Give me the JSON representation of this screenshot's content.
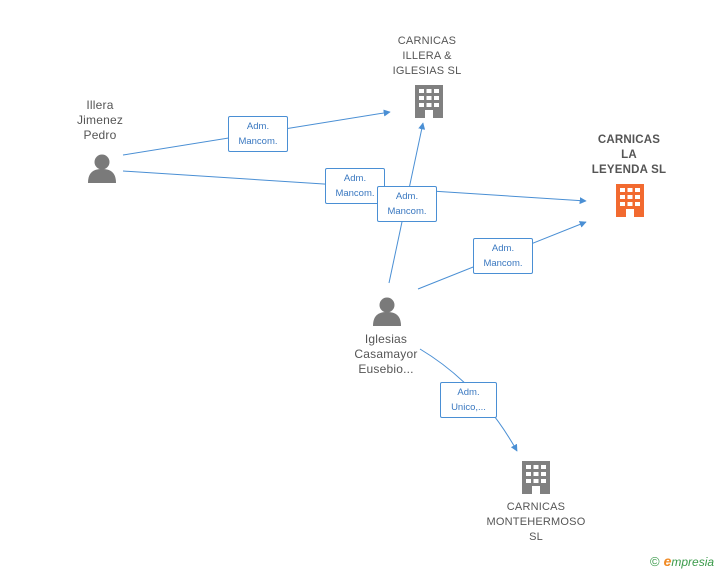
{
  "nodes": {
    "carnicas_illera": {
      "lines": [
        "CARNICAS",
        "ILLERA &",
        "IGLESIAS  SL"
      ]
    },
    "carnicas_la_leyenda": {
      "lines": [
        "CARNICAS",
        "LA",
        "LEYENDA  SL"
      ]
    },
    "carnicas_montehermoso": {
      "lines": [
        "CARNICAS",
        "MONTEHERMOSO",
        "SL"
      ]
    },
    "illera_jimenez": {
      "lines": [
        "Illera",
        "Jimenez",
        "Pedro"
      ]
    },
    "iglesias_casamayor": {
      "lines": [
        "Iglesias",
        "Casamayor",
        "Eusebio..."
      ]
    }
  },
  "edges": [
    {
      "id": "e1",
      "lines": [
        "Adm.",
        "Mancom."
      ]
    },
    {
      "id": "e2",
      "lines": [
        "Adm.",
        "Mancom."
      ]
    },
    {
      "id": "e3",
      "lines": [
        "Adm.",
        "Mancom."
      ]
    },
    {
      "id": "e4",
      "lines": [
        "Adm.",
        "Mancom."
      ]
    },
    {
      "id": "e5",
      "lines": [
        "Adm.",
        "Unico,..."
      ]
    }
  ],
  "colors": {
    "edge": "#4a8fd4",
    "company": "#808080",
    "focus_company": "#f26a30",
    "person": "#7a7a7a"
  },
  "footer": {
    "copyright": "©",
    "brand_initial": "e",
    "brand_rest": "mpresia"
  }
}
